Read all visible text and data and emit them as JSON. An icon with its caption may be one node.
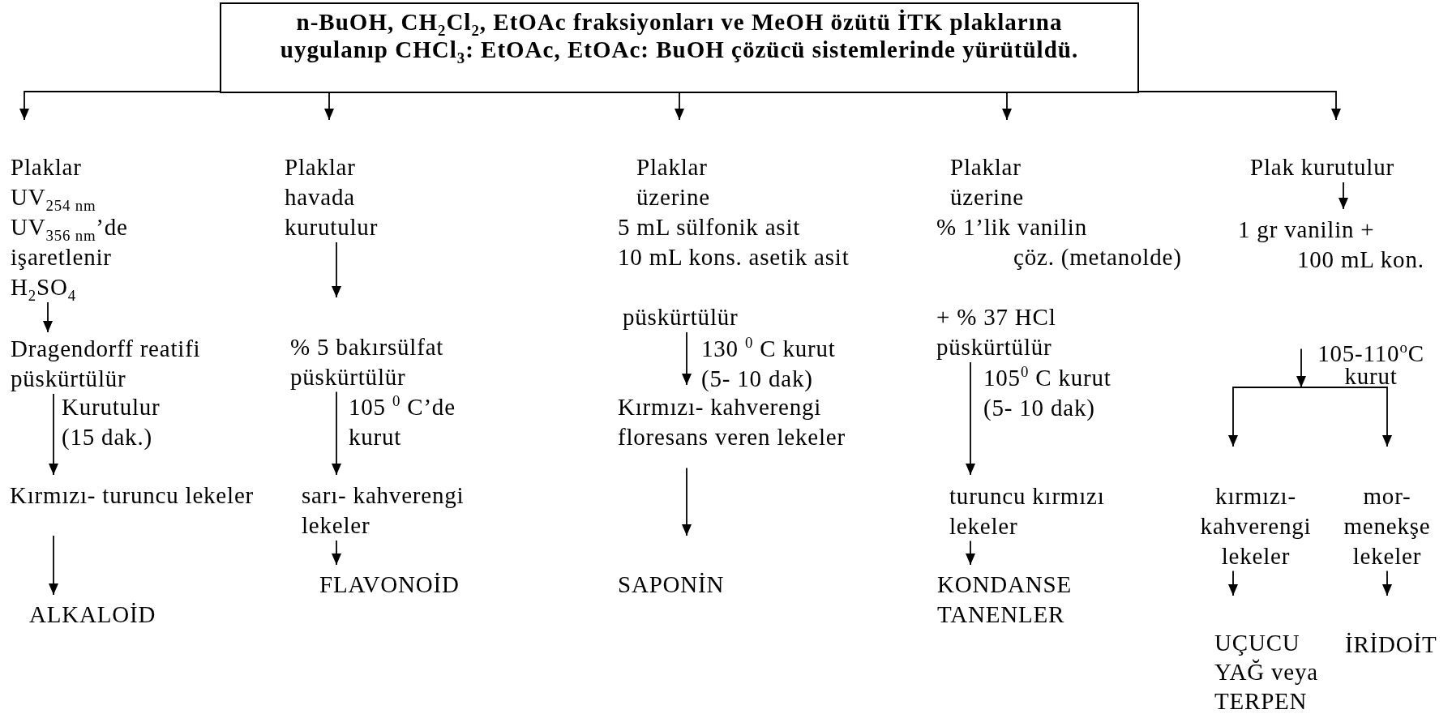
{
  "diagram": {
    "nodes": [
      {
        "text": [
          "n-BuOH, CH$_{2}$Cl$_{2}$, EtOAc fraksiyonları ve MeOH özütü İTK plaklarına uygulanıp CHCl$_{3}$: EtOAc, EtOAc: BuOH çözücü sistemlerinde yürütüldü."
        ]
      },
      {
        "text": [
          "Plaklar UV$_{254 nm}$ UV$_{356 nm}$’de işaretlenir H$_{2}$SO$_{4}$"
        ]
      },
      {
        "text": [
          "Dragendorff reatifi püskürtülür"
        ]
      },
      {
        "text": [
          "Kırmızı- turuncu lekeler"
        ]
      },
      {
        "text": [
          "ALKALOİD"
        ]
      },
      {
        "text": [
          "Plaklar havada kurutulur"
        ]
      },
      {
        "text": [
          "% 5 bakırsülfat püskürtülür"
        ]
      },
      {
        "text": [
          "sarı- kahverengi lekeler"
        ]
      },
      {
        "text": [
          "FLAVONOİD"
        ]
      },
      {
        "text": [
          "Plaklar üzerine",
          "5 mL sülfonik asit",
          "10 mL kons. asetik asit",
          "püskürtülür"
        ]
      },
      {
        "text": [
          "Kırmızı- kahverengi floresans veren lekeler"
        ]
      },
      {
        "text": [
          "SAPONİN"
        ]
      },
      {
        "text": [
          "Plaklar üzerine",
          "% 1’lik vanilin",
          "çöz. (metanolde)",
          "+ % 37 HCl püskürtülür"
        ]
      },
      {
        "text": [
          "turuncu kırmızı lekeler"
        ]
      },
      {
        "text": [
          "KONDANSE TANENLER"
        ]
      },
      {
        "text": [
          "Plak kurutulur"
        ]
      },
      {
        "text": [
          "1 gr vanilin +",
          "100 mL kon."
        ]
      },
      {
        "text": [
          "kırmızı- kahverengi lekeler"
        ]
      },
      {
        "text": [
          "mor- menekşe lekeler"
        ]
      },
      {
        "text": [
          "UÇUCU YAĞ veya TERPEN"
        ]
      },
      {
        "text": [
          "İRİDOİT"
        ]
      }
    ],
    "edges": [
      {
        "from": 0,
        "to": 1,
        "arrow": "to"
      },
      {
        "from": 0,
        "to": 5,
        "arrow": "to"
      },
      {
        "from": 0,
        "to": 9,
        "arrow": "to"
      },
      {
        "from": 0,
        "to": 12,
        "arrow": "to"
      },
      {
        "from": 0,
        "to": 15,
        "arrow": "to"
      },
      {
        "from": 1,
        "to": 2,
        "arrow": "to"
      },
      {
        "from": 2,
        "to": 3,
        "arrow": "to",
        "label": "Kurutulur (15 dak.)"
      },
      {
        "from": 3,
        "to": 4,
        "arrow": "to"
      },
      {
        "from": 5,
        "to": 6,
        "arrow": "to"
      },
      {
        "from": 6,
        "to": 7,
        "arrow": "to",
        "label": "105 $^{0}$ C’de kurut"
      },
      {
        "from": 7,
        "to": 8,
        "arrow": "to"
      },
      {
        "from": 9,
        "to": 10,
        "arrow": "to",
        "label": "130 $^{0}$ C kurut (5- 10 dak)"
      },
      {
        "from": 10,
        "to": 11,
        "arrow": "to"
      },
      {
        "from": 12,
        "to": 13,
        "arrow": "to",
        "label": "105$^{0}$ C kurut (5- 10 dak)"
      },
      {
        "from": 13,
        "to": 14,
        "arrow": "to"
      },
      {
        "from": 15,
        "to": 16,
        "arrow": "to"
      },
      {
        "from": 16,
        "to": 17,
        "arrow": "to",
        "label": "105-110$^{o}$C kurut"
      },
      {
        "from": 16,
        "to": 18,
        "arrow": "to"
      },
      {
        "from": 17,
        "to": 19,
        "arrow": "to"
      },
      {
        "from": 18,
        "to": 20,
        "arrow": "to"
      }
    ]
  }
}
